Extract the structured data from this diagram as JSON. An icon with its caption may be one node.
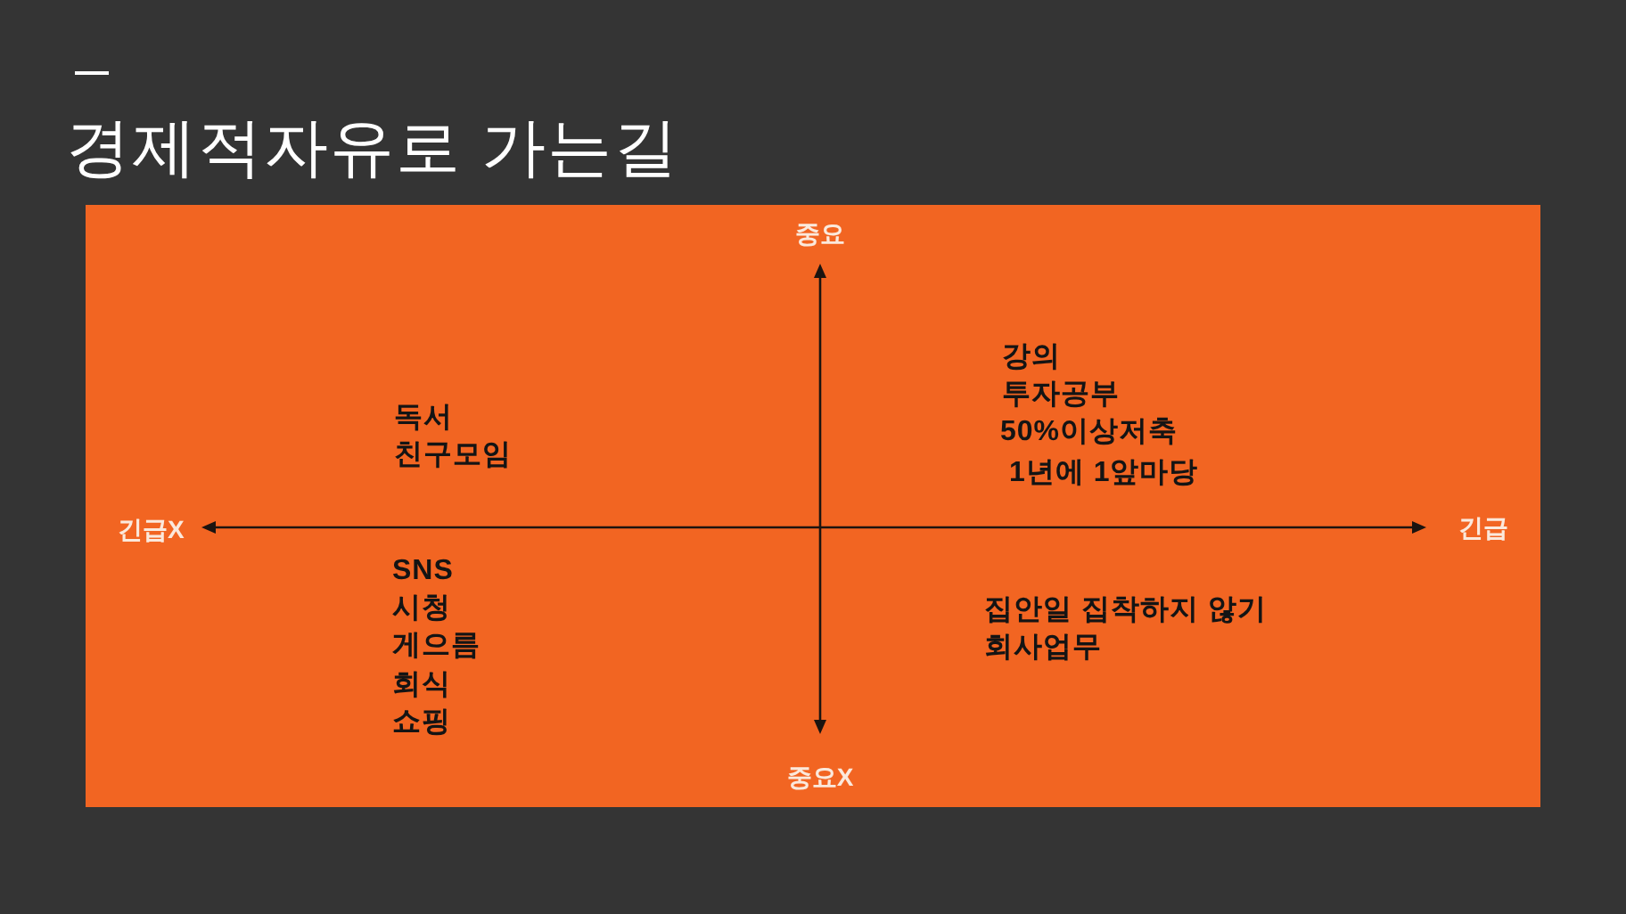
{
  "diagram": {
    "title": "경제적자유로 가는길",
    "nodes": [
      {
        "text": [
          "중요",
          "독서",
          "친구모임",
          "강의",
          "투자공부",
          "50%이상저축",
          "1년에 1앞마당",
          "긴급X",
          "긴급",
          "SNS",
          "시청",
          "게으름",
          "회식",
          "쇼핑",
          "집안일 집착하지 않기",
          "회사업무",
          "중요X"
        ]
      }
    ]
  }
}
